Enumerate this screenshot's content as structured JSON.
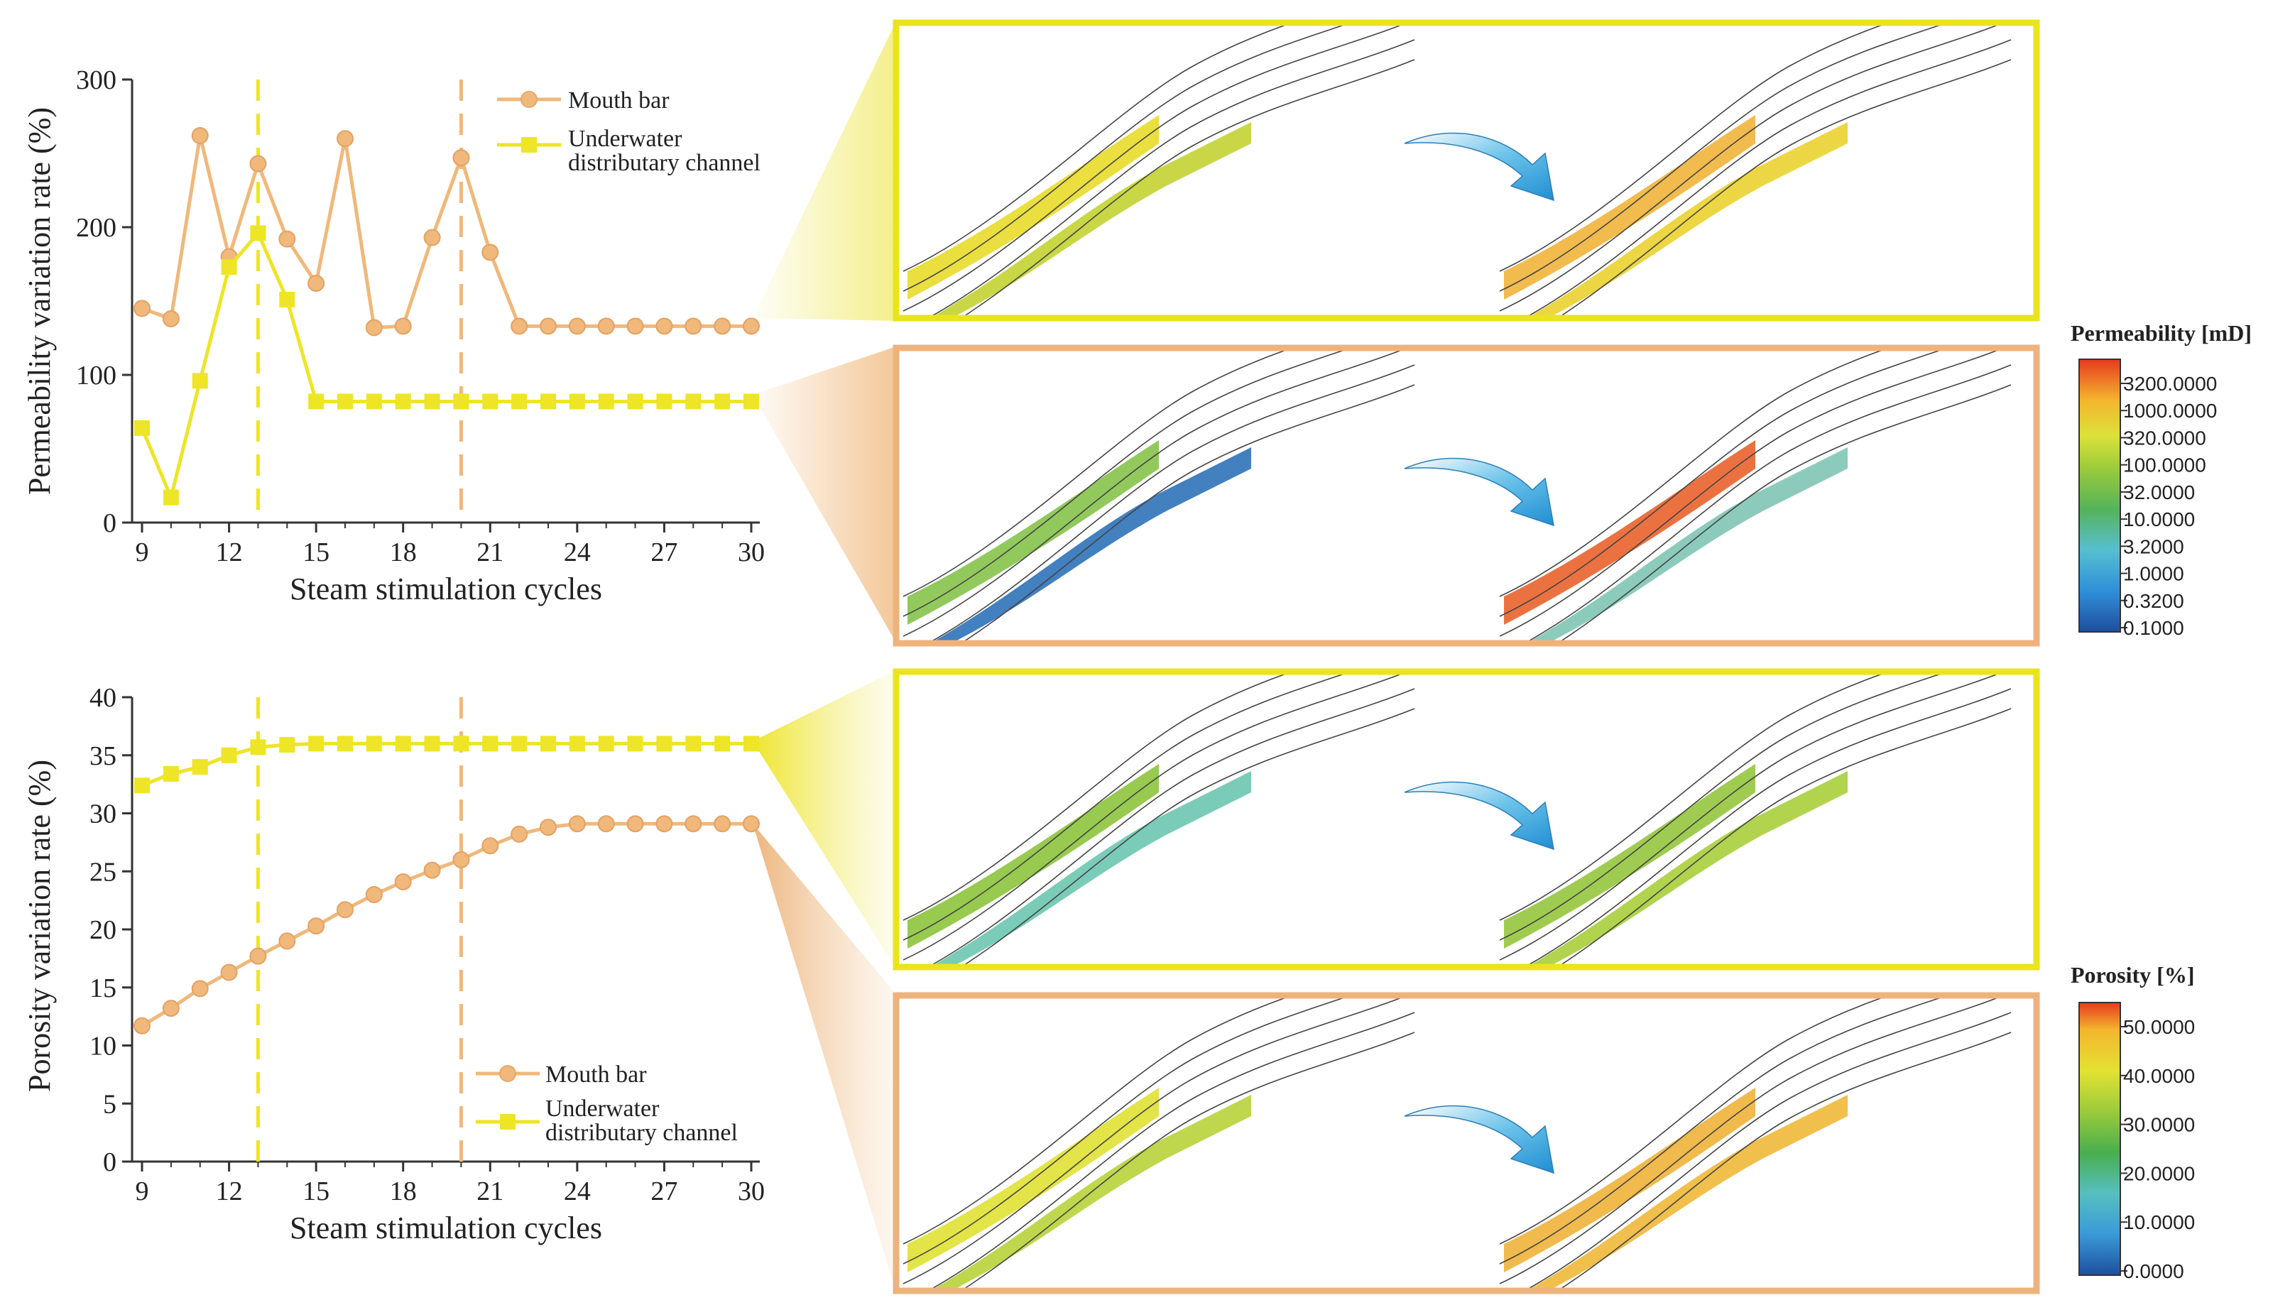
{
  "colors": {
    "mouth_bar": "#F0B87A",
    "channel": "#EDE526",
    "panel_yellow": "#E9E41C",
    "panel_orange": "#EEB37C",
    "arrow": "#38A8DB"
  },
  "chart_data": [
    {
      "type": "line",
      "xlabel": "Steam stimulation cycles",
      "ylabel": "Permeability variation rate (%)",
      "xlim": [
        8.5,
        30.5
      ],
      "ylim": [
        0,
        300
      ],
      "xticks": [
        "9",
        "12",
        "15",
        "18",
        "21",
        "24",
        "27",
        "30"
      ],
      "yticks": [
        "0",
        "100",
        "200",
        "300"
      ],
      "reference_lines_x": [
        13,
        20
      ],
      "legend": "top-right",
      "grid": false,
      "x": [
        9,
        10,
        11,
        12,
        13,
        14,
        15,
        16,
        17,
        18,
        19,
        20,
        21,
        22,
        23,
        24,
        25,
        26,
        27,
        28,
        29,
        30
      ],
      "series": [
        {
          "name": "Mouth bar",
          "marker": "circle",
          "values": [
            145,
            138,
            262,
            180,
            243,
            192,
            162,
            260,
            132,
            133,
            193,
            247,
            183,
            133,
            133,
            133,
            133,
            133,
            133,
            133,
            133,
            133
          ]
        },
        {
          "name": "Underwater distributary channel",
          "marker": "square",
          "values": [
            64,
            17,
            96,
            173,
            196,
            151,
            82,
            82,
            82,
            82,
            82,
            82,
            82,
            82,
            82,
            82,
            82,
            82,
            82,
            82,
            82,
            82
          ]
        }
      ]
    },
    {
      "type": "line",
      "xlabel": "Steam stimulation cycles",
      "ylabel": "Porosity variation rate (%)",
      "xlim": [
        8.5,
        30.5
      ],
      "ylim": [
        0,
        40
      ],
      "xticks": [
        "9",
        "12",
        "15",
        "18",
        "21",
        "24",
        "27",
        "30"
      ],
      "yticks": [
        "0",
        "5",
        "10",
        "15",
        "20",
        "25",
        "30",
        "35",
        "40"
      ],
      "reference_lines_x": [
        13,
        20
      ],
      "legend": "bottom-center",
      "grid": false,
      "x": [
        9,
        10,
        11,
        12,
        13,
        14,
        15,
        16,
        17,
        18,
        19,
        20,
        21,
        22,
        23,
        24,
        25,
        26,
        27,
        28,
        29,
        30
      ],
      "series": [
        {
          "name": "Mouth bar",
          "marker": "circle",
          "values": [
            11.7,
            13.2,
            14.9,
            16.3,
            17.7,
            19.0,
            20.3,
            21.7,
            23.0,
            24.1,
            25.1,
            26.0,
            27.2,
            28.2,
            28.8,
            29.1,
            29.1,
            29.1,
            29.1,
            29.1,
            29.1,
            29.1
          ]
        },
        {
          "name": "Underwater distributary channel",
          "marker": "square",
          "values": [
            32.4,
            33.4,
            34.0,
            35.0,
            35.7,
            35.9,
            36.0,
            36.0,
            36.0,
            36.0,
            36.0,
            36.0,
            36.0,
            36.0,
            36.0,
            36.0,
            36.0,
            36.0,
            36.0,
            36.0,
            36.0,
            36.0
          ]
        }
      ]
    }
  ],
  "colorbars": [
    {
      "title": "Permeability [mD]",
      "ticks": [
        "3200.0000",
        "1000.0000",
        "320.0000",
        "100.0000",
        "32.0000",
        "10.0000",
        "3.2000",
        "1.0000",
        "0.3200",
        "0.1000"
      ]
    },
    {
      "title": "Porosity [%]",
      "ticks": [
        "50.0000",
        "40.0000",
        "30.0000",
        "20.0000",
        "10.0000",
        "0.0000"
      ]
    }
  ],
  "panels": [
    {
      "border": "yellow",
      "property": "permeability",
      "before": [
        "#E8DC2A",
        "#C3D332"
      ],
      "after": [
        "#F1B43A",
        "#EBD12F"
      ]
    },
    {
      "border": "orange",
      "property": "permeability",
      "before": [
        "#86C34A",
        "#2F72B8"
      ],
      "after": [
        "#E9632B",
        "#7FC5B5"
      ]
    },
    {
      "border": "yellow",
      "property": "porosity",
      "before": [
        "#8CC43C",
        "#6CC6B0"
      ],
      "after": [
        "#95C63D",
        "#A9CE3B"
      ]
    },
    {
      "border": "orange",
      "property": "porosity",
      "before": [
        "#E0E133",
        "#B8D33A"
      ],
      "after": [
        "#F0B23A",
        "#EFB838"
      ]
    }
  ]
}
